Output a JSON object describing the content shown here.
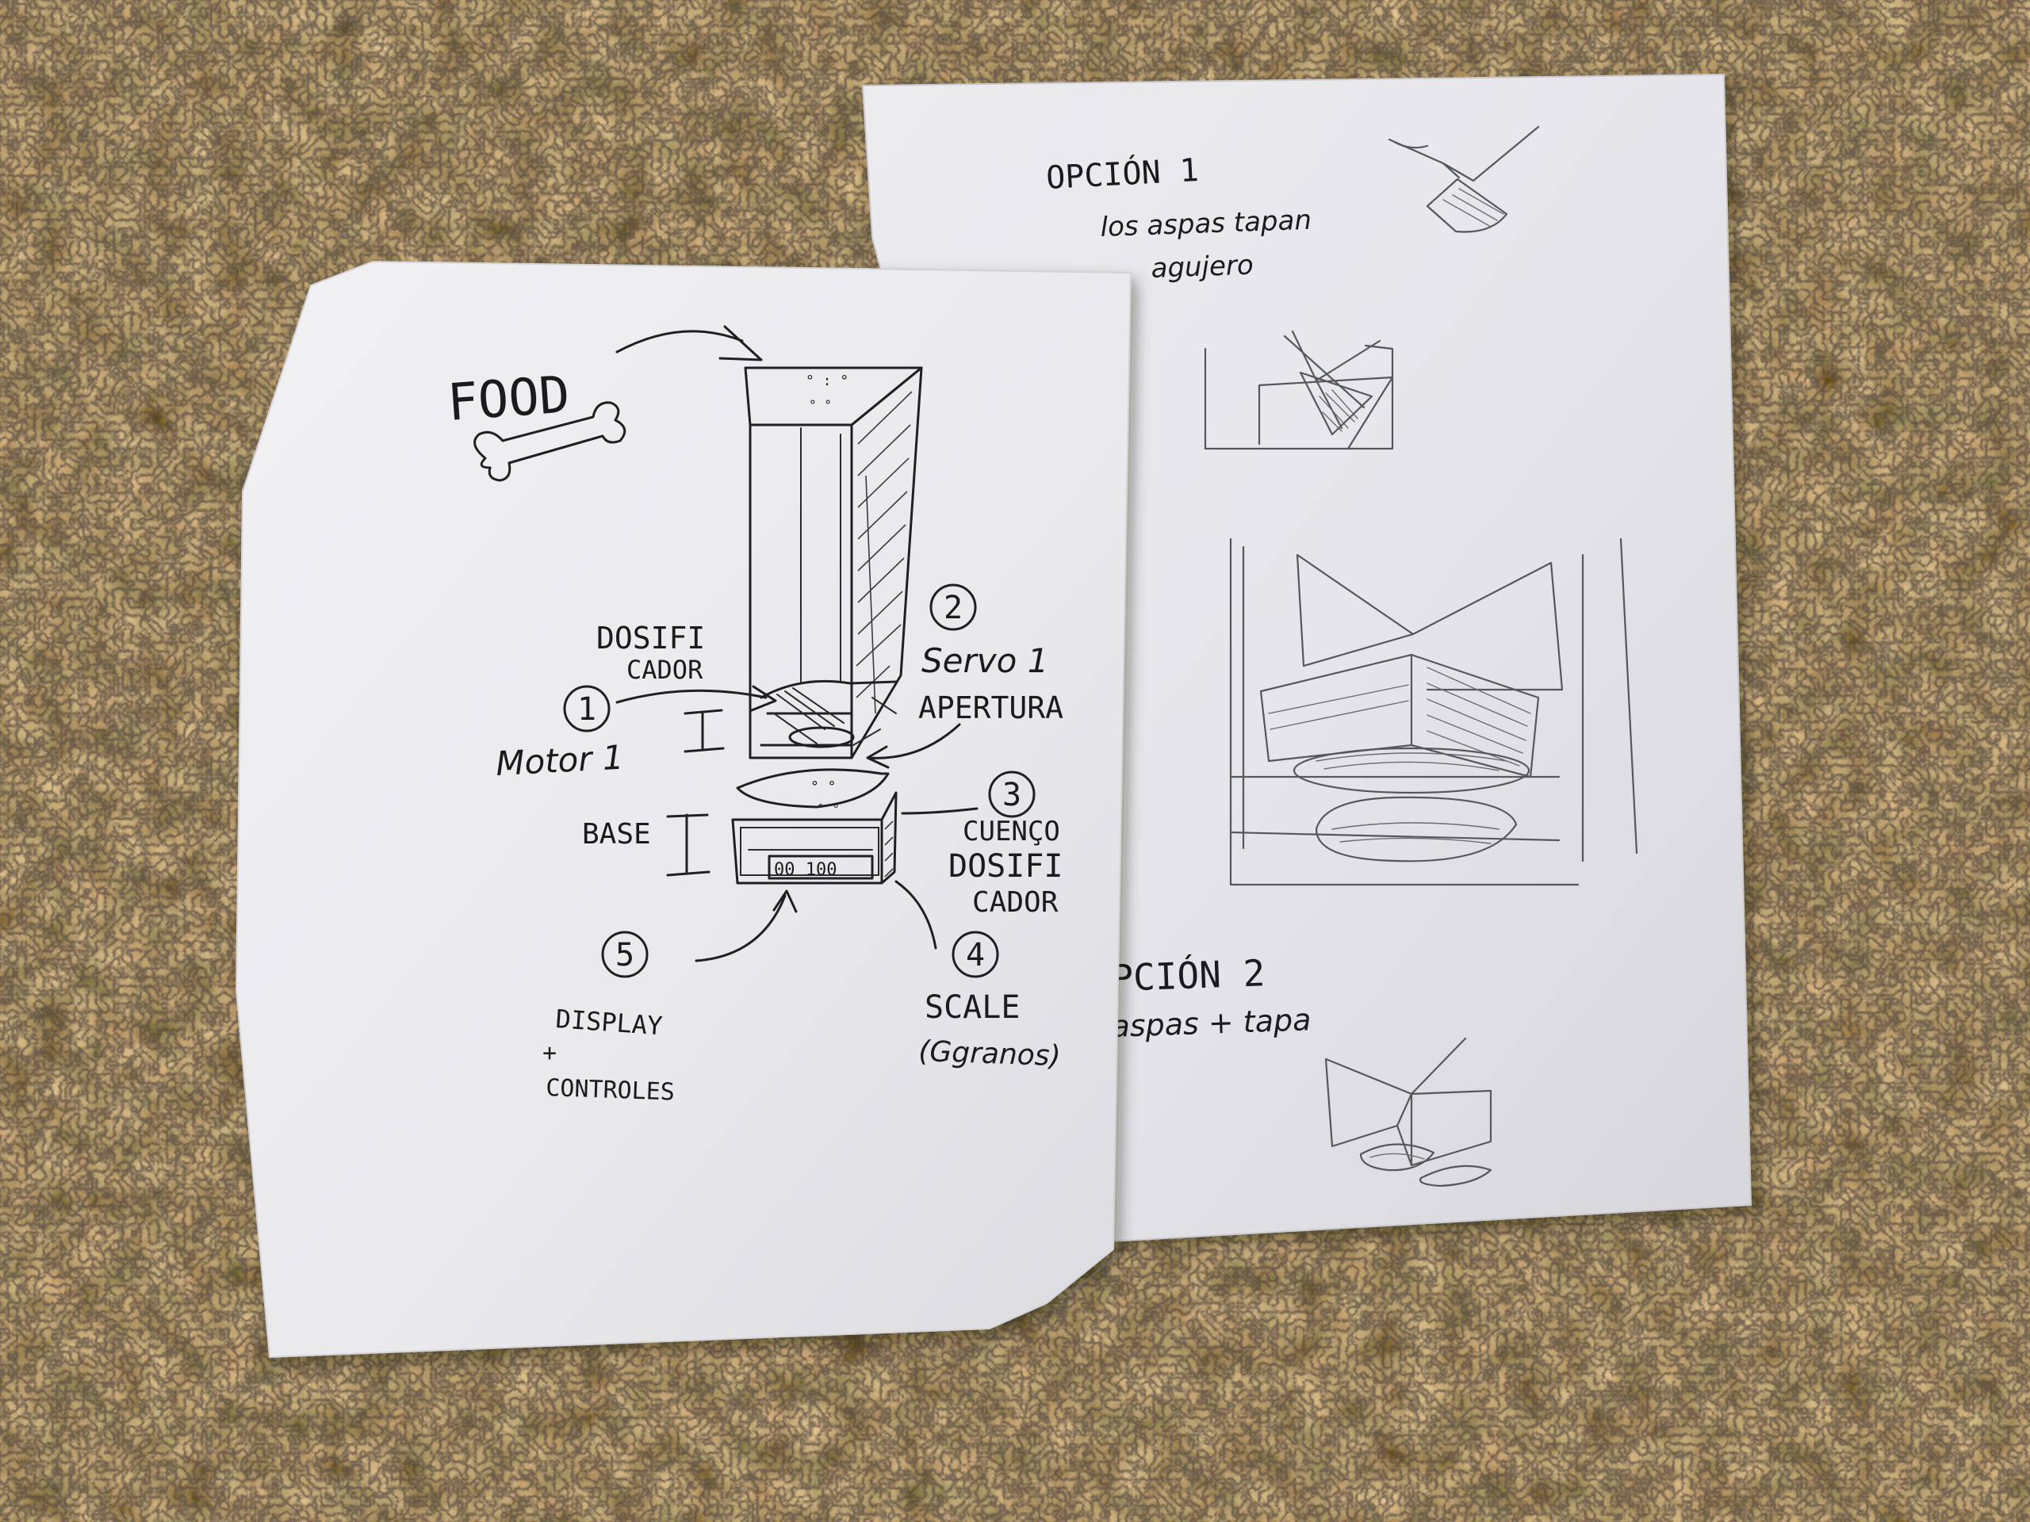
{
  "left_sheet": {
    "food_label": "FOOD",
    "dosificador_label_line1": "DOSIFI",
    "dosificador_label_line2": "CADOR",
    "marker_1": "1",
    "motor_label": "Motor 1",
    "marker_2": "2",
    "servo_label_line1": "Servo 1",
    "servo_label_line2": "APERTURA",
    "marker_3": "3",
    "cuenco_label_line1": "CUENÇO",
    "cuenco_label_line2": "DOSIFI",
    "cuenco_label_line3": "CADOR",
    "base_label": "BASE",
    "display_readout": "00 100",
    "marker_4": "4",
    "scale_label_line1": "SCALE",
    "scale_label_line2": "(Ggranos)",
    "marker_5": "5",
    "display_label_line1": "DISPLAY",
    "display_label_line2": "+",
    "display_label_line3": "CONTROLES"
  },
  "right_sheet": {
    "option1_title": "OPCIÓN 1",
    "option1_desc_line1": "los aspas tapan",
    "option1_desc_line2": "agujero",
    "option2_title": "PCIÓN 2",
    "option2_desc": "aspas + tapa"
  },
  "colors": {
    "countertop": "#6b5436",
    "paper": "#eeeef0",
    "ink": "#1b1b1f",
    "pencil": "#55575e"
  }
}
